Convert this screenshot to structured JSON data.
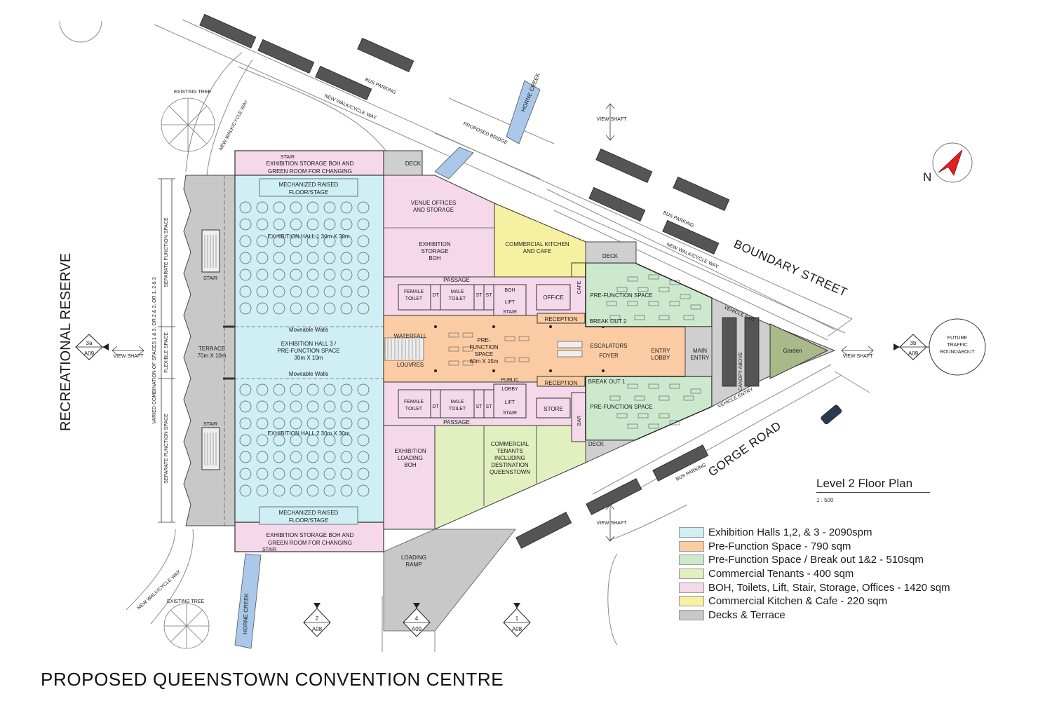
{
  "title": "PROPOSED QUEENSTOWN CONVENTION CENTRE",
  "plan": {
    "name": "Level 2 Floor Plan",
    "scale": "1 : 500"
  },
  "legend": [
    {
      "label": "Exhibition Halls 1,2, & 3 - 2090spm",
      "color": "#cfeff4"
    },
    {
      "label": "Pre-Function Space - 790 sqm",
      "color": "#fbcca3"
    },
    {
      "label": "Pre-Function Space / Break out 1&2 - 510sqm",
      "color": "#cde9cd"
    },
    {
      "label": "Commercial Tenants - 400 sqm",
      "color": "#e2efbf"
    },
    {
      "label": "BOH, Toilets, Lift, Stair, Storage, Offices - 1420 sqm",
      "color": "#f5d8ea"
    },
    {
      "label": "Commercial Kitchen & Cafe - 220 sqm",
      "color": "#f6f1a1"
    },
    {
      "label": "Decks & Terrace",
      "color": "#c8c8c8"
    }
  ],
  "roads": {
    "boundary_street": "BOUNDARY STREET",
    "gorge_road": "GORGE ROAD",
    "recreational_reserve": "RECREATIONAL RESERVE"
  },
  "site_labels": {
    "bus_parking": "BUS PARKING",
    "walk_cycle_way": "NEW WALK/CYCLE WAY",
    "existing_tree": "EXISTING TREE",
    "horne_creek": "HORNE CREEK",
    "proposed_bridge": "PROPOSED BRIDGE",
    "view_shaft": "VIEW SHAFT",
    "vehicle_exit": "VEHICLE EXIT",
    "vehicle_entry": "VEHICLE ENTRY",
    "canopy_above": "CANOPY ABOVE",
    "garden": "Garden",
    "future_roundabout": [
      "FUTURE",
      "TRAFFIC",
      "ROUNDABOUT"
    ],
    "loading_ramp": [
      "LOADING",
      "RAMP"
    ],
    "north": "N"
  },
  "rooms": {
    "stair": "STAIR",
    "storage_top": [
      "EXHIBITION STORAGE BOH  AND",
      "GREEN ROOM FOR CHANGING"
    ],
    "storage_bottom": [
      "EXHIBITION STORAGE BOH AND",
      "GREEN ROOM FOR CHANGING"
    ],
    "stage": [
      "MECHANIZED RAISED",
      "FLOOR/STAGE"
    ],
    "hall1": "EXHIBITION HALL 1  30m X 30m",
    "hall2": "EXHIBITION HALL 2  30m X 30m",
    "hall3": [
      "EXHIBITION HALL 3 /",
      "PRE-FUNCTION SPACE",
      "30m X 10m"
    ],
    "moveable_walls": "Moveable Walls",
    "terrace": [
      "TERRACE",
      "70m X 10m"
    ],
    "deck": "DECK",
    "venue_offices": [
      "VENUE OFFICES",
      "AND STORAGE"
    ],
    "exhibition_storage": [
      "EXHIBITION",
      "STORAGE",
      "BOH"
    ],
    "kitchen": [
      "COMMERCIAL KITCHEN",
      "AND CAFE"
    ],
    "passage": "PASSAGE",
    "female_toilet": [
      "FEMALE",
      "TOILET"
    ],
    "male_toilet": [
      "MALE",
      "TOILET"
    ],
    "dt": "DT",
    "st": "ST",
    "boh": "BOH",
    "lift": "LIFT",
    "office": "OFFICE",
    "cafe": "CAFE",
    "reception": "RECEPTION",
    "break_out_2": "BREAK OUT 2",
    "break_out_1": "BREAK OUT 1",
    "pre_function_space": "PRE-FUNCTION SPACE",
    "waterfall": "WATERFALL",
    "louvres": "LOUVRES",
    "central_prefunction": [
      "PRE-",
      "FUNCTION",
      "SPACE",
      "60m X 15m"
    ],
    "escalators": "ESCALATORS",
    "foyer": "FOYER",
    "entry_lobby": [
      "ENTRY",
      "LOBBY"
    ],
    "main_entry": [
      "MAIN",
      "ENTRY"
    ],
    "public": "PUBLIC",
    "lobby": "LOBBY",
    "store": "STORE",
    "bar": "BAR",
    "exhibition_loading": [
      "EXHIBITION",
      "LOADING",
      "BOH"
    ],
    "commercial_tenants": [
      "COMMERCIAL",
      "TENANTS",
      "INCLUDING",
      "DESTINATION",
      "QUEENSTOWN"
    ],
    "separate_function_space": "SEPARATE FUNCTION SPACE",
    "flexible_space": "FLEXIBLE SPACE",
    "varied_combination": "VARIED COMBINATION OF SPACES 1 & 3, OR 2 & 3, OR 1, 2 & 3"
  },
  "section_markers": [
    {
      "id": "3a",
      "sheet": "A09"
    },
    {
      "id": "3b",
      "sheet": "A09"
    },
    {
      "id": "2",
      "sheet": "A08"
    },
    {
      "id": "4",
      "sheet": "A09"
    },
    {
      "id": "1",
      "sheet": "A08"
    }
  ]
}
